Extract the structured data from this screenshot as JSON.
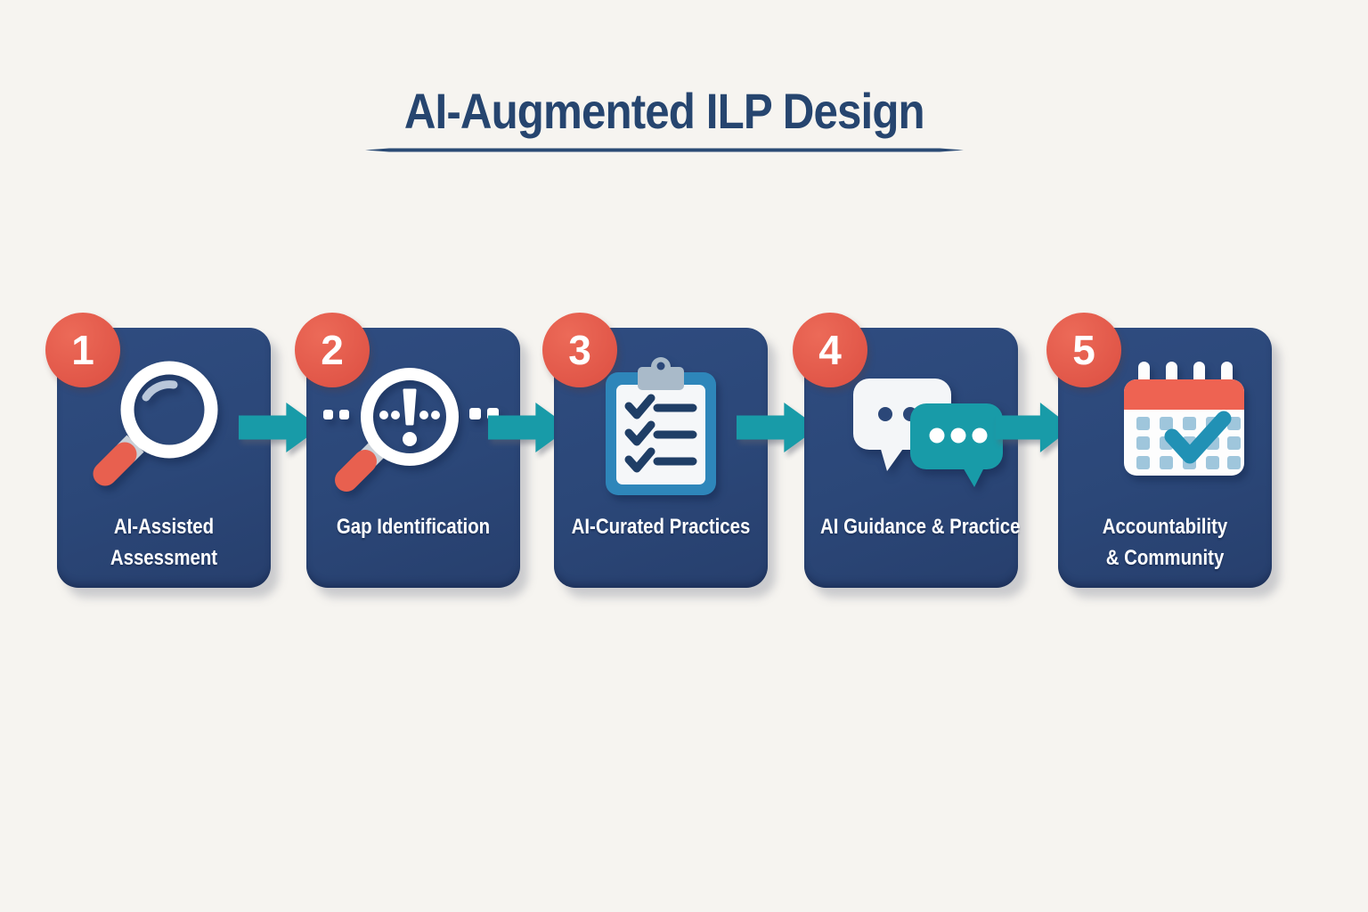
{
  "header": {
    "title": "AI-Augmented ILP Design"
  },
  "steps": [
    {
      "number": "1",
      "line1": "AI-Assisted",
      "line2": "Assessment",
      "icon": "magnifier-icon"
    },
    {
      "number": "2",
      "line1": "Gap Identification",
      "line2": "",
      "icon": "gap-alert-magnifier-icon"
    },
    {
      "number": "3",
      "line1": "AI-Curated Practices",
      "line2": "",
      "icon": "checklist-clipboard-icon"
    },
    {
      "number": "4",
      "line1": "AI Guidance & Practice",
      "line2": "",
      "icon": "chat-bubbles-icon"
    },
    {
      "number": "5",
      "line1": "Accountability",
      "line2": "& Community",
      "icon": "calendar-check-icon"
    }
  ],
  "colors": {
    "background": "#f6f4f0",
    "title_text": "#26456f",
    "card_navy": "#2b4778",
    "badge_red": "#e4594b",
    "arrow_teal": "#189ba8",
    "label_white": "#ffffff",
    "handle_red": "#e8604f",
    "clipboard_blue": "#2e86ba",
    "clip_gray": "#a9bac9",
    "paper_white": "#f5f7f9",
    "calendar_header_red": "#ee6352",
    "calendar_grid_blue": "#9fc6dc",
    "check_teal": "#2191b5",
    "bubble_dot_navy": "#2b4778"
  }
}
